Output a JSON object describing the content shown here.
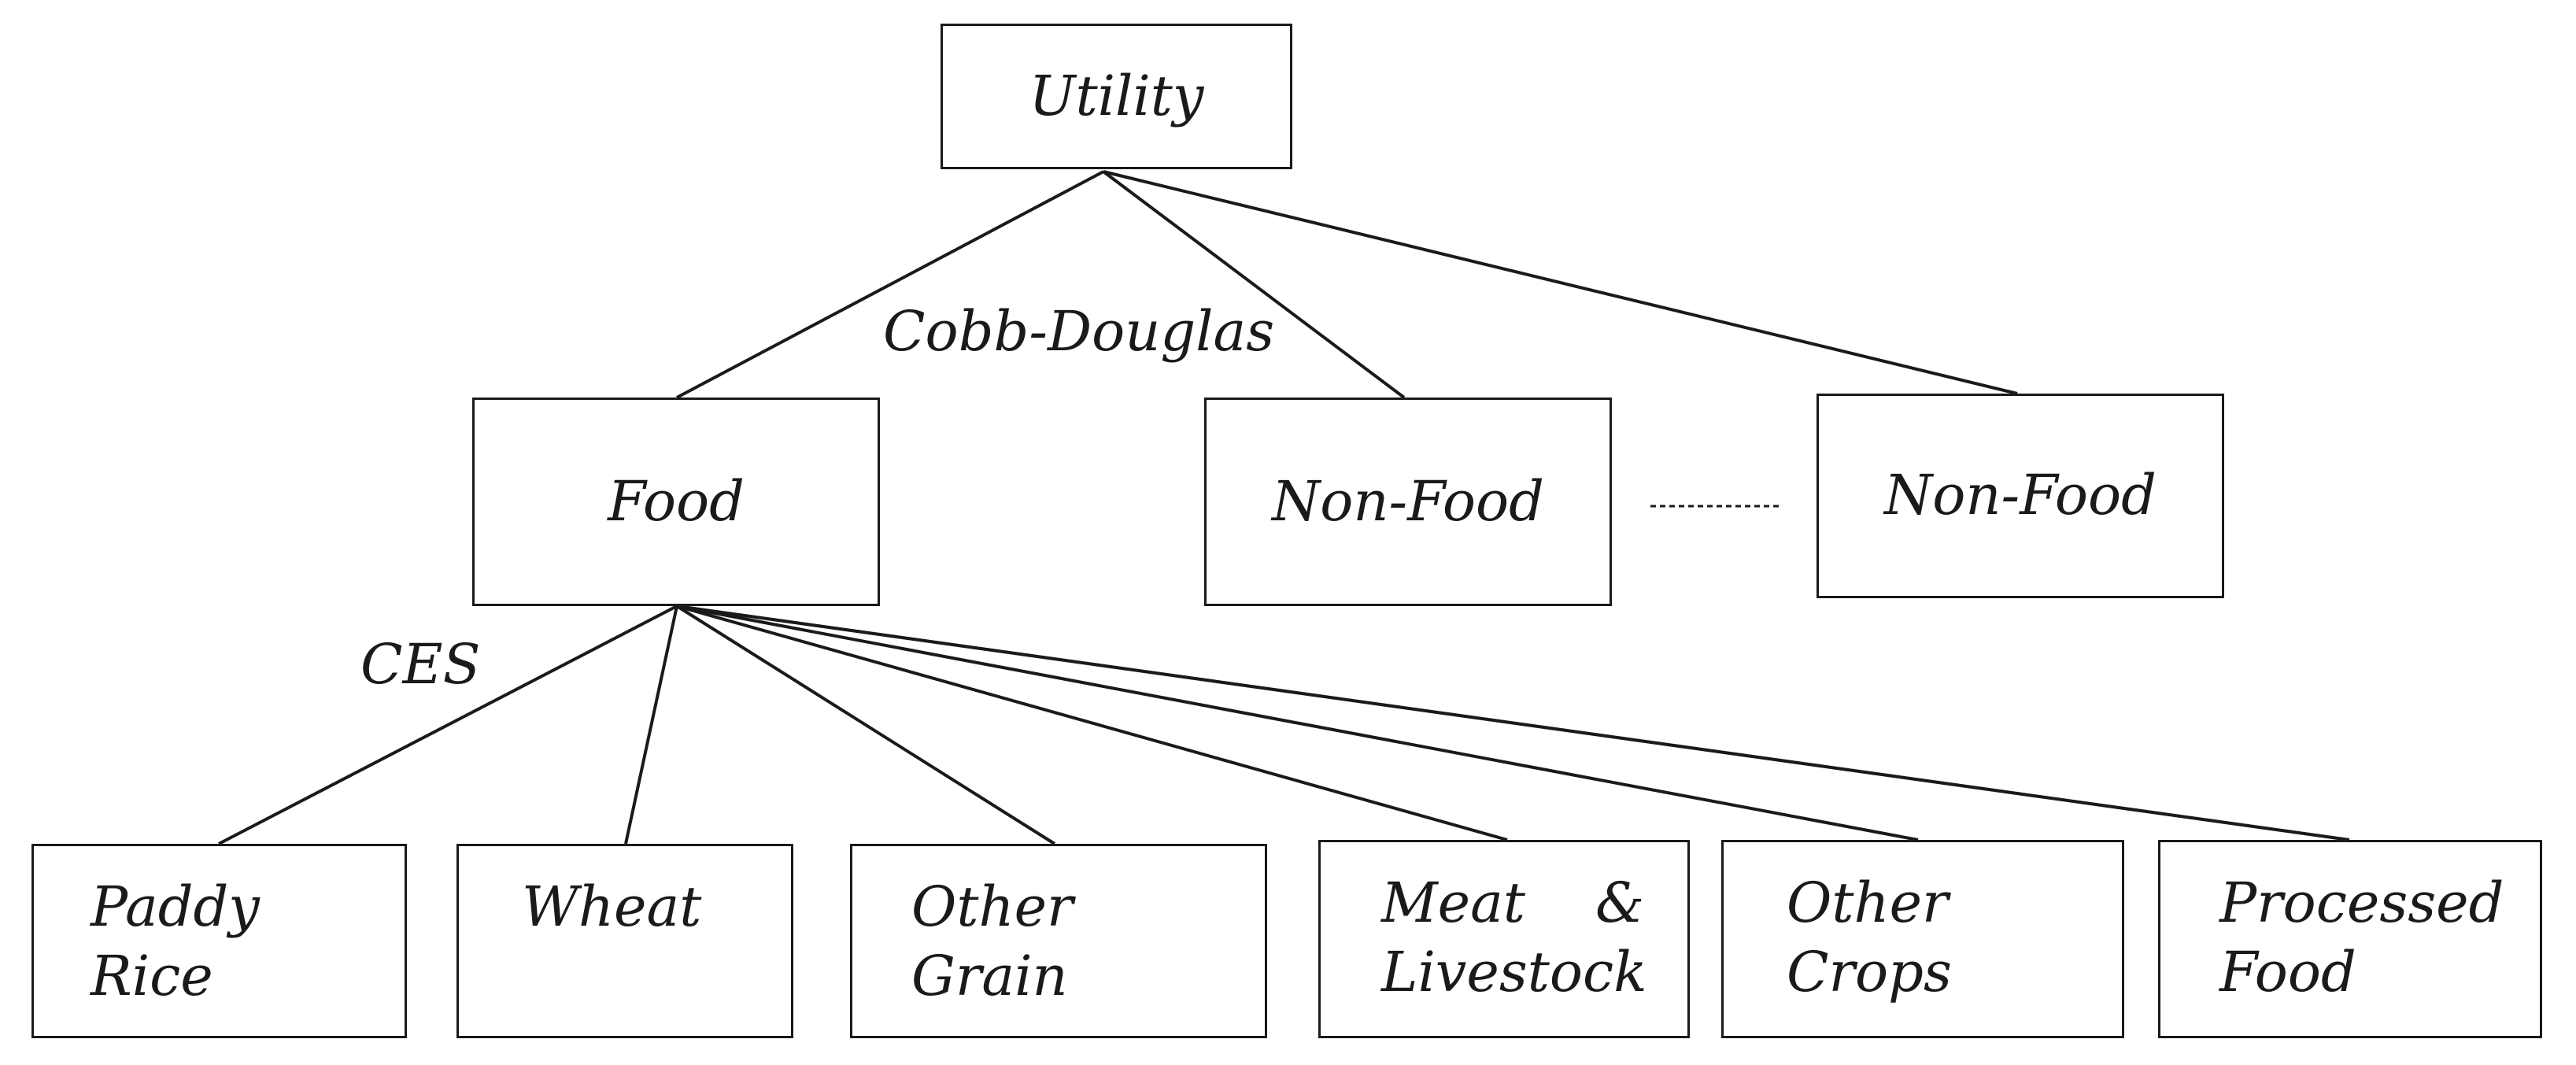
{
  "nodes": {
    "utility": "Utility",
    "food": "Food",
    "non_food_1": "Non-Food",
    "non_food_2": "Non-Food",
    "leaves": [
      [
        "Paddy",
        "Rice"
      ],
      [
        "Wheat"
      ],
      [
        "Other",
        "Grain"
      ],
      [
        "Meat    &",
        "Livestock"
      ],
      [
        "Other",
        "Crops"
      ],
      [
        "Processed",
        "Food"
      ]
    ]
  },
  "edge_labels": {
    "top_level": "Cobb-Douglas",
    "food_level": "CES"
  }
}
